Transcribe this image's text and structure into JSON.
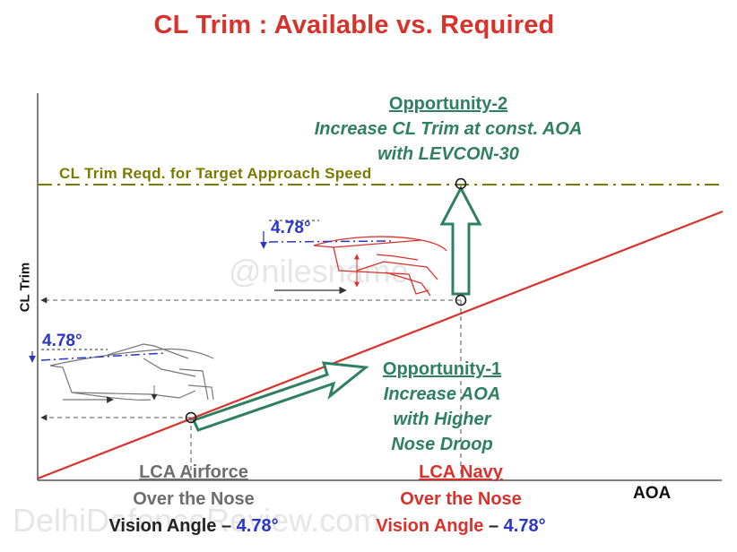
{
  "title": "CL Trim : Available vs. Required",
  "target_line_label": "CL Trim Reqd. for Target Approach Speed",
  "opportunity_2": {
    "heading": "Opportunity-2",
    "line1": "Increase CL Trim at const. AOA",
    "line2": "with LEVCON-30"
  },
  "opportunity_1": {
    "heading": "Opportunity-1",
    "line1": "Increase AOA",
    "line2": "with Higher",
    "line3": "Nose Droop"
  },
  "axes": {
    "y_label": "CL Trim",
    "x_label": "AOA"
  },
  "angle_labels": {
    "upper": "4.78°",
    "lower": "4.78°"
  },
  "lca_airforce": {
    "line1": "LCA Airforce",
    "line2": "Over the Nose",
    "line3_prefix": "Vision Angle – ",
    "line3_value": "4.78°"
  },
  "lca_navy": {
    "line1": "LCA Navy",
    "line2": "Over the Nose",
    "line3_prefix": "Vision Angle",
    "line3_sep": " – ",
    "line3_value": "4.78°"
  },
  "watermarks": {
    "center": "@nilesname",
    "bottom": "DelhiDefenceReview.com"
  },
  "colors": {
    "title": "#d8322d",
    "opportunity_text": "#2e8060",
    "target_line": "#7a7a00",
    "cl_line": "#d8322d",
    "angle": "#2b35c8",
    "airforce_label": "#6e6e6e"
  }
}
